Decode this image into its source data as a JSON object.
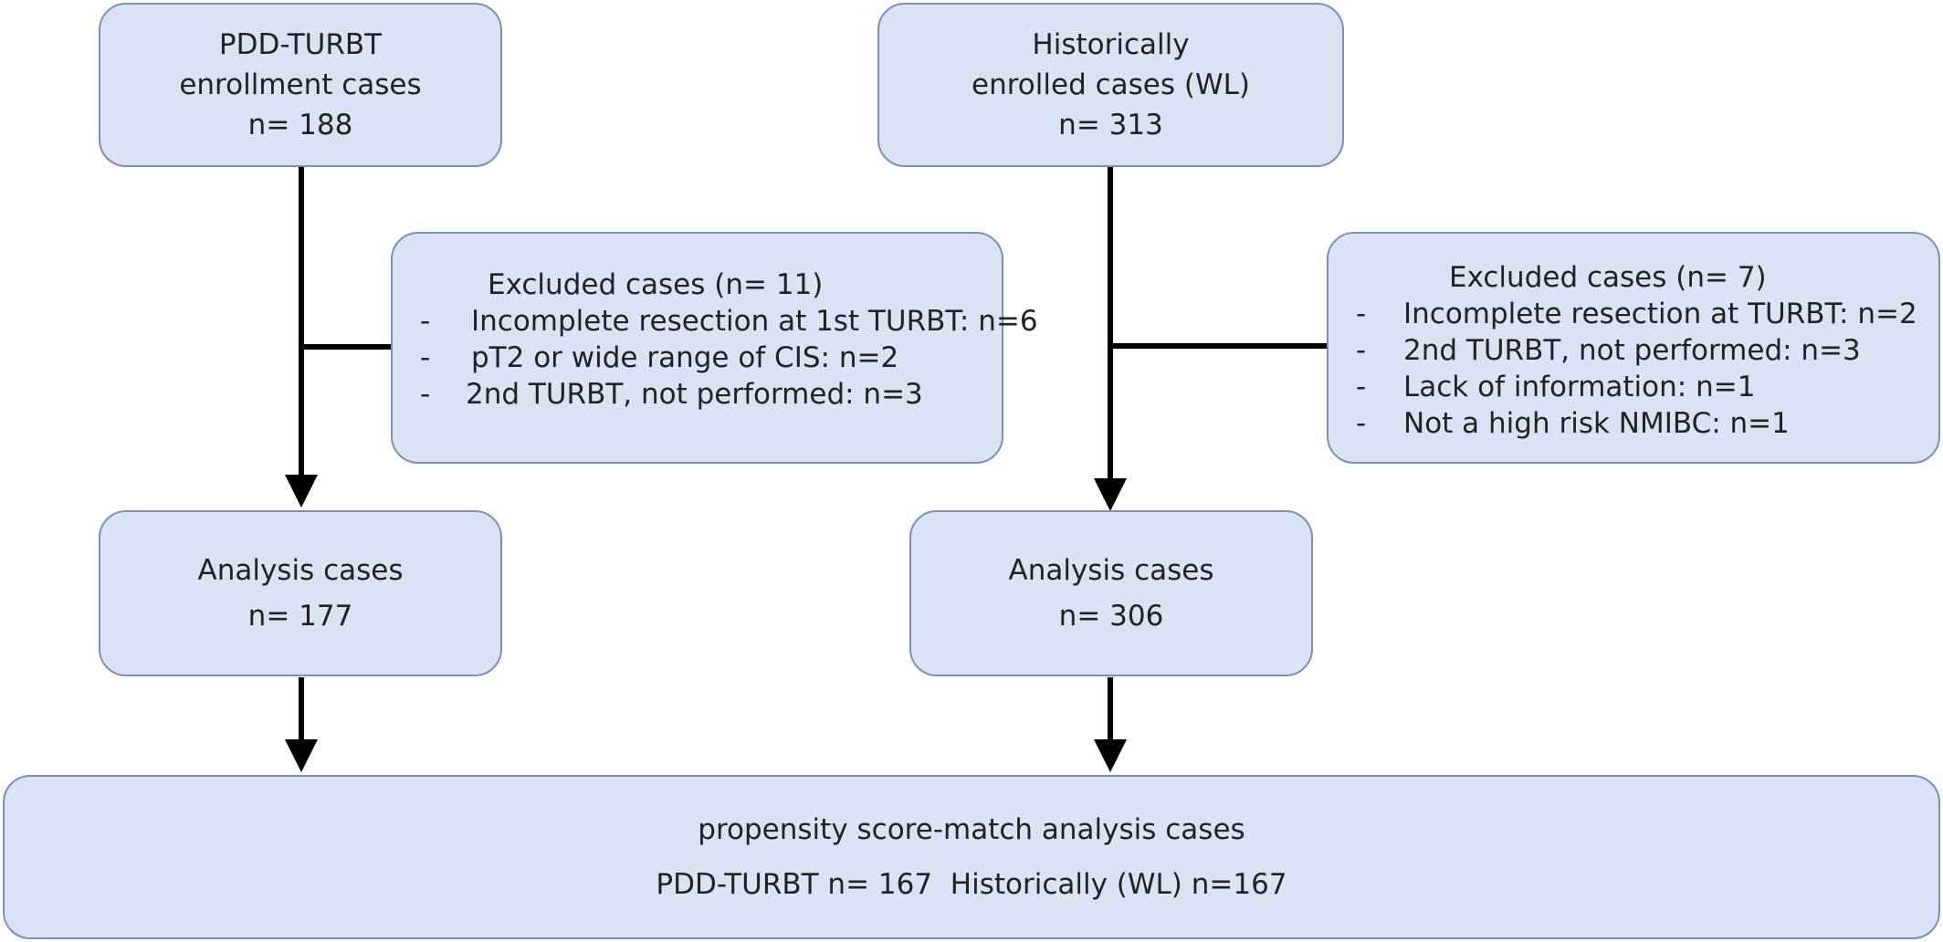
{
  "left_branch": {
    "enrollment": {
      "lines": [
        "PDD-TURBT",
        "enrollment cases",
        "n= 188"
      ]
    },
    "excluded": {
      "title": "Excluded cases (n= 11)",
      "bullet": "-",
      "items": [
        "Incomplete resection at 1st TURBT: n=6",
        "pT2 or wide range of CIS: n=2",
        "2nd TURBT, not performed: n=3"
      ]
    },
    "analysis": {
      "lines": [
        "Analysis cases",
        "n= 177"
      ]
    }
  },
  "right_branch": {
    "enrollment": {
      "lines": [
        "Historically",
        "enrolled cases (WL)",
        "n= 313"
      ]
    },
    "excluded": {
      "title": "Excluded cases (n= 7)",
      "bullet": "-",
      "items": [
        "Incomplete resection at TURBT: n=2",
        "2nd TURBT, not performed: n=3",
        "Lack of information: n=1",
        "Not a high risk NMIBC: n=1"
      ]
    },
    "analysis": {
      "lines": [
        "Analysis cases",
        "n= 306"
      ]
    }
  },
  "final": {
    "lines": [
      "propensity score-match analysis cases",
      "PDD-TURBT n= 167  Historically (WL) n=167"
    ]
  },
  "colors": {
    "box_fill": "#dae3f3",
    "box_border": "#7a90b5",
    "connector": "#000000"
  }
}
